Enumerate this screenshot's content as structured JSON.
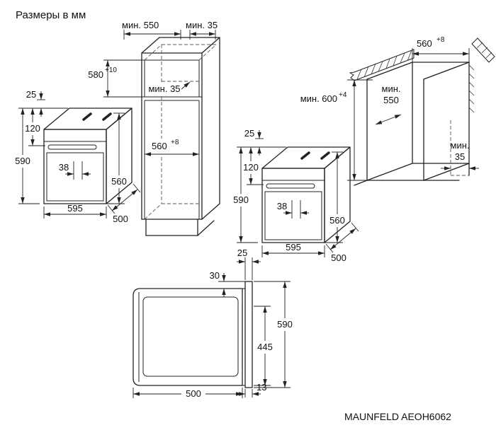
{
  "title": "Размеры в мм",
  "model": "MAUNFELD AEOH6062",
  "tall_cabinet": {
    "depth": "мин. 550",
    "rear_gap": "мин. 35",
    "niche_height": "580",
    "niche_height_tol": "+10",
    "shelf_gap": "мин. 35",
    "niche_width": "560",
    "niche_width_tol": "+8"
  },
  "oven": {
    "top_clearance": "25",
    "control_panel_height": "120",
    "height": "590",
    "handle_offset": "38",
    "body_height": "560",
    "width": "595",
    "depth": "500"
  },
  "base_cabinet": {
    "niche_width": "560",
    "niche_width_tol": "+8",
    "niche_height": "мин. 600",
    "niche_height_tol": "+4",
    "depth_label_1": "мин.",
    "depth_label_2": "550",
    "rear_gap_label_1": "мин.",
    "rear_gap_label_2": "35"
  },
  "side_view": {
    "door_thickness": "25",
    "top_inset": "30",
    "height": "590",
    "mount_height": "445",
    "depth": "500",
    "bottom_gap": "13"
  }
}
